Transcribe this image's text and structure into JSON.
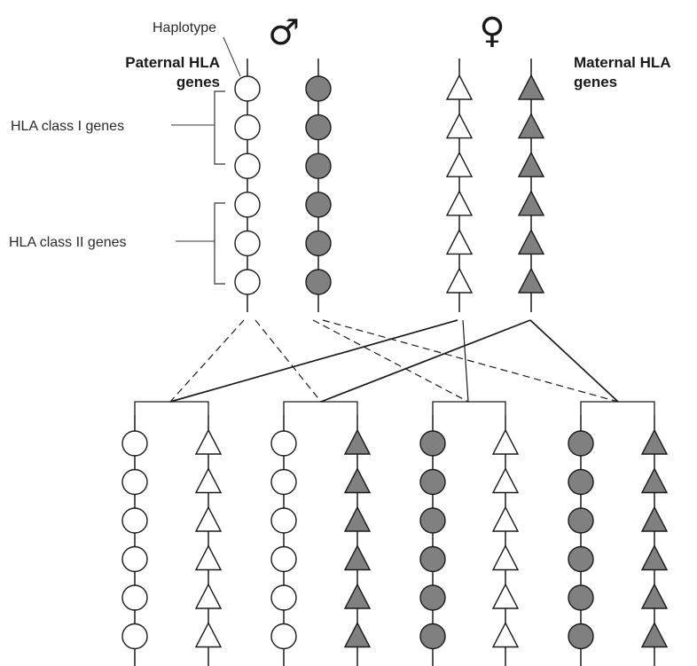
{
  "labels": {
    "haplotype": "Haplotype",
    "paternal_line1": "Paternal HLA",
    "paternal_line2": "genes",
    "maternal_line1": "Maternal HLA",
    "maternal_line2": "genes",
    "class_one": "HLA class I genes",
    "class_two": "HLA class II genes"
  },
  "symbols": {
    "male": "♂",
    "female": "♀"
  },
  "colors": {
    "stroke": "#1a1a1a",
    "gray_fill": "#808080",
    "white_fill": "#ffffff"
  },
  "parents": [
    {
      "shape": "circle",
      "fill": "white"
    },
    {
      "shape": "circle",
      "fill": "gray"
    },
    {
      "shape": "triangle",
      "fill": "white"
    },
    {
      "shape": "triangle",
      "fill": "gray"
    }
  ],
  "children": [
    [
      {
        "shape": "circle",
        "fill": "white"
      },
      {
        "shape": "triangle",
        "fill": "white"
      }
    ],
    [
      {
        "shape": "circle",
        "fill": "white"
      },
      {
        "shape": "triangle",
        "fill": "gray"
      }
    ],
    [
      {
        "shape": "circle",
        "fill": "gray"
      },
      {
        "shape": "triangle",
        "fill": "white"
      }
    ],
    [
      {
        "shape": "circle",
        "fill": "gray"
      },
      {
        "shape": "triangle",
        "fill": "gray"
      }
    ]
  ],
  "genes_per_haplotype": 6
}
